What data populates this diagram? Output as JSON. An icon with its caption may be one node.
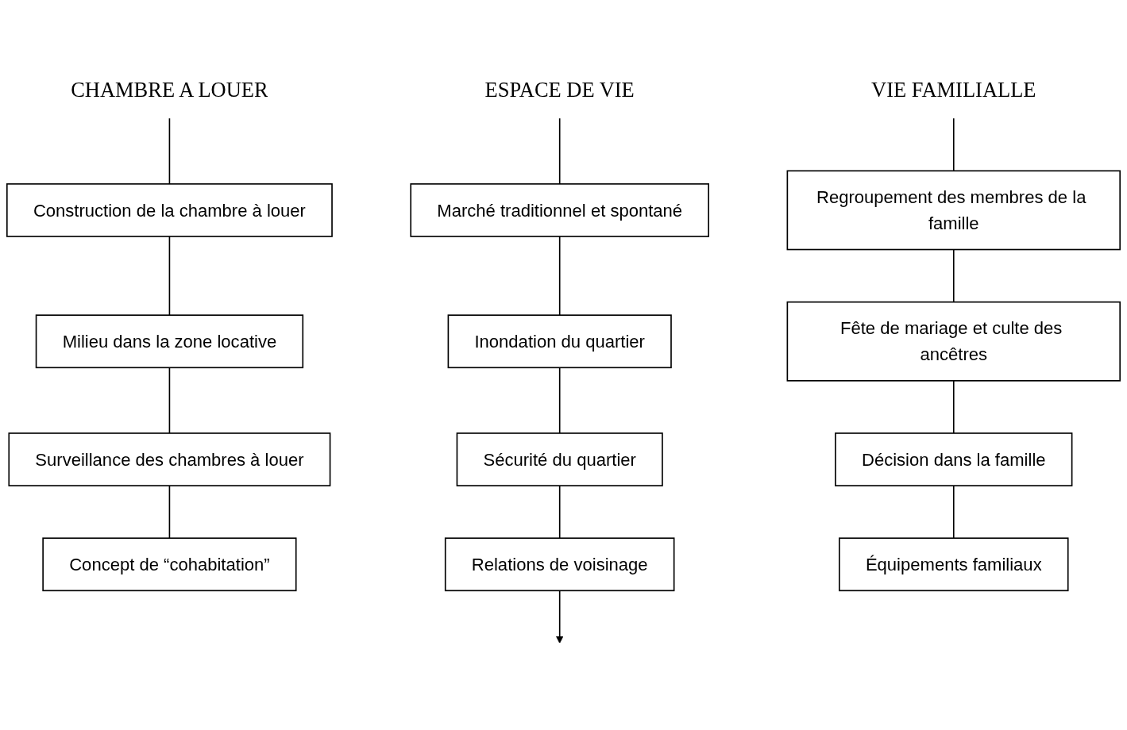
{
  "diagram": {
    "nodes": [
      {
        "text": [
          "CHAMBRE A LOUER"
        ]
      },
      {
        "text": [
          "Construction de la chambre à louer"
        ]
      },
      {
        "text": [
          "Milieu dans la zone locative"
        ]
      },
      {
        "text": [
          "Surveillance des chambres à louer"
        ]
      },
      {
        "text": [
          "Concept de “cohabitation”"
        ]
      },
      {
        "text": [
          "ESPACE DE VIE"
        ]
      },
      {
        "text": [
          "Marché traditionnel et spontané"
        ]
      },
      {
        "text": [
          "Inondation du quartier"
        ]
      },
      {
        "text": [
          "Sécurité du quartier"
        ]
      },
      {
        "text": [
          "Relations de voisinage"
        ]
      },
      {
        "text": [
          "VIE FAMILIALLE"
        ]
      },
      {
        "text": [
          "Regroupement des membres de la famille"
        ]
      },
      {
        "text": [
          "Fête de mariage et culte des ancêtres"
        ]
      },
      {
        "text": [
          "Décision dans la famille"
        ]
      },
      {
        "text": [
          "Équipements familiaux"
        ]
      }
    ],
    "edges": [
      {
        "from": 0,
        "to": 1,
        "arrow": "none"
      },
      {
        "from": 1,
        "to": 2,
        "arrow": "none"
      },
      {
        "from": 2,
        "to": 3,
        "arrow": "none"
      },
      {
        "from": 3,
        "to": 4,
        "arrow": "none"
      },
      {
        "from": 5,
        "to": 6,
        "arrow": "none"
      },
      {
        "from": 6,
        "to": 7,
        "arrow": "none"
      },
      {
        "from": 7,
        "to": 8,
        "arrow": "none"
      },
      {
        "from": 8,
        "to": 9,
        "arrow": "none"
      },
      {
        "from": 9,
        "to": null,
        "arrow": "to"
      },
      {
        "from": 10,
        "to": 11,
        "arrow": "none"
      },
      {
        "from": 11,
        "to": 12,
        "arrow": "none"
      },
      {
        "from": 12,
        "to": 13,
        "arrow": "none"
      },
      {
        "from": 13,
        "to": 14,
        "arrow": "none"
      }
    ]
  }
}
